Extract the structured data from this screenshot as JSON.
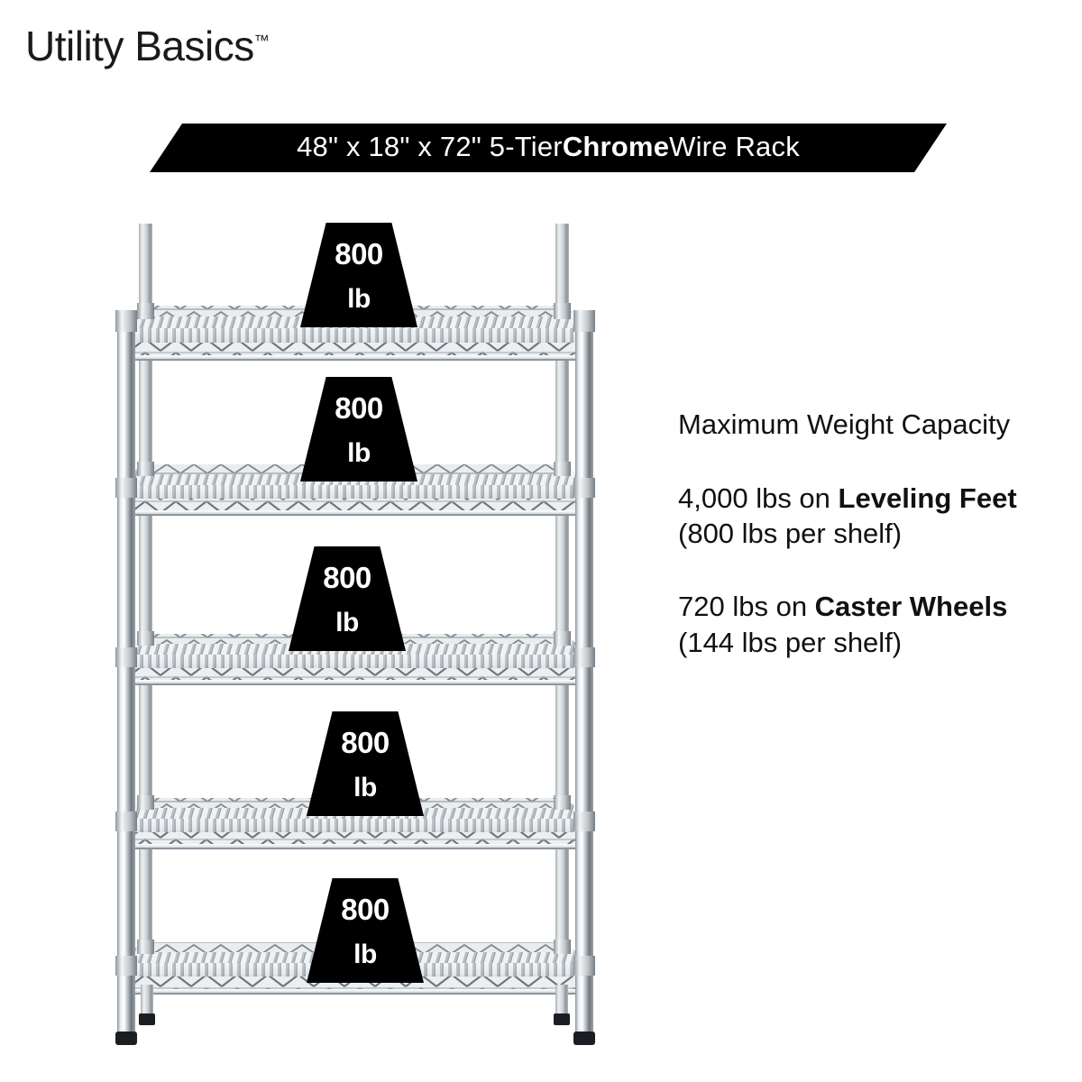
{
  "brand": {
    "name": "Utility Basics",
    "trademark": "™"
  },
  "title_ribbon": {
    "prefix": "48\" x 18\" x 72\" 5-Tier ",
    "emphasis": "Chrome",
    "suffix": " Wire Rack",
    "full_text": "48\" x 18\" x 72\" 5-Tier Chrome Wire Rack",
    "background_color": "#000000",
    "text_color": "#ffffff"
  },
  "product": {
    "type": "wire-shelving-rack",
    "finish": "Chrome",
    "width_in": "48\"",
    "depth_in": "18\"",
    "height_in": "72\"",
    "tier_count": 5,
    "shelf_count": 5,
    "foot_type": "leveling-feet"
  },
  "weight_badges": [
    {
      "value": "800",
      "unit": "lb"
    },
    {
      "value": "800",
      "unit": "lb"
    },
    {
      "value": "800",
      "unit": "lb"
    },
    {
      "value": "800",
      "unit": "lb"
    },
    {
      "value": "800",
      "unit": "lb"
    }
  ],
  "spec_panel": {
    "heading": "Maximum Weight Capacity",
    "lines": [
      {
        "prefix": "4,000 lbs on ",
        "emphasis": "Leveling Feet",
        "suffix": " (800 lbs per shelf)",
        "full_text": "4,000 lbs on Leveling Feet (800 lbs per shelf)"
      },
      {
        "prefix": "720 lbs on ",
        "emphasis": "Caster Wheels",
        "suffix": " (144 lbs per shelf)",
        "full_text": "720 lbs on Caster Wheels (144 lbs per shelf)"
      }
    ]
  },
  "colors": {
    "background": "#ffffff",
    "text": "#111111",
    "accent_black": "#000000",
    "chrome_light": "#f2f4f5",
    "chrome_mid": "#c3c8cc",
    "chrome_dark": "#6f777d",
    "foot_black": "#1b1d22"
  }
}
